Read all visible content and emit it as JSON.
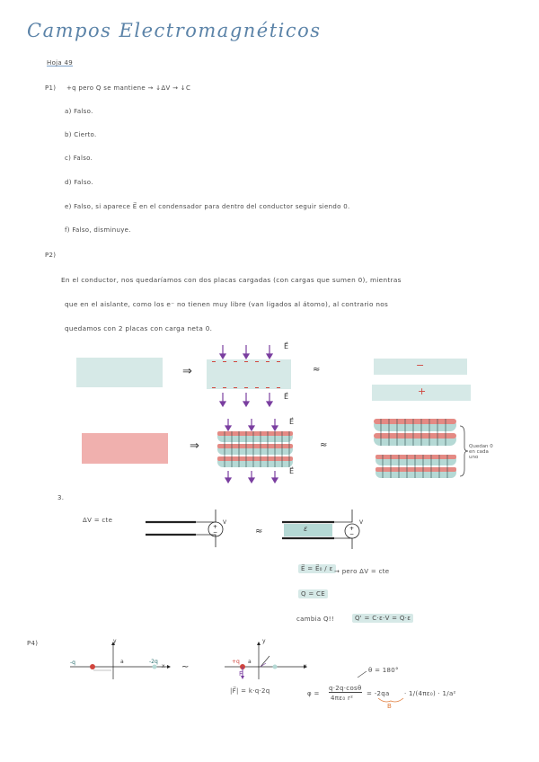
{
  "title": "Campos Electromagnéticos",
  "section_tag": "Hoja 49",
  "p1_label": "P1)",
  "p1_line": "+q pero Q se mantiene → ↓ΔV → ↓C",
  "p1_answers": [
    "a) Falso.",
    "b) Cierto.",
    "c) Falso.",
    "d) Falso.",
    "e) Falso, si aparece E⃗ en el condensador para dentro del conductor seguir siendo 0.",
    "f) Falso, disminuye."
  ],
  "p2_label": "P2)",
  "p2_text": [
    "En el conductor, nos quedaríamos con dos placas cargadas (con cargas que sumen 0), mientras",
    "que en el aislante, como los e⁻ no tienen muy libre (van ligados al átomo), al contrario nos",
    "quedamos con 2 placas con carga neta 0."
  ],
  "diagram": {
    "conductor_color": "#d6e9e7",
    "insulator_color": "#f0b0ae",
    "field_arrow_color": "#7a3ea0",
    "field_label": "E⃗",
    "minus_sign": "−",
    "plus_sign": "+",
    "implies": "⇒",
    "bracket_note": [
      "Quedan 0",
      "en cada",
      "uno"
    ]
  },
  "p3_label": "3.",
  "p3_dv": "ΔV = cte",
  "p3_approx": "≈",
  "p3_dielectric": "ε",
  "p3_volt": "V",
  "p3_field_eq": "E⃗ = E⃗₀ / ε",
  "p3_field_note": "→ pero ΔV = cte",
  "p3_q_eq": "Q = CE",
  "p3_change": "cambia Q!!",
  "p3_q_prime": "Q' = C·ε·V = Q·ε",
  "p4_label": "P4)",
  "p4_axis_y": "y",
  "p4_axis_x": "x",
  "p4_charge_left": "-q",
  "p4_charge_right": "-2q",
  "p4_q_pos": "+q",
  "p4_a_label": "a",
  "p4_F_label": "F",
  "p4_tilde": "~",
  "p4_mag": "|F⃗| = k·q·2q",
  "p4_theta": "θ = 180°",
  "p4_phi_left": "φ = ",
  "p4_phi_num": "q·2q·cosθ",
  "p4_phi_den": "4πε₀ r²",
  "p4_phi_mid": "= -2qa",
  "p4_phi_under": "B",
  "p4_phi_right": "· 1/(4πε₀) · 1/a²"
}
